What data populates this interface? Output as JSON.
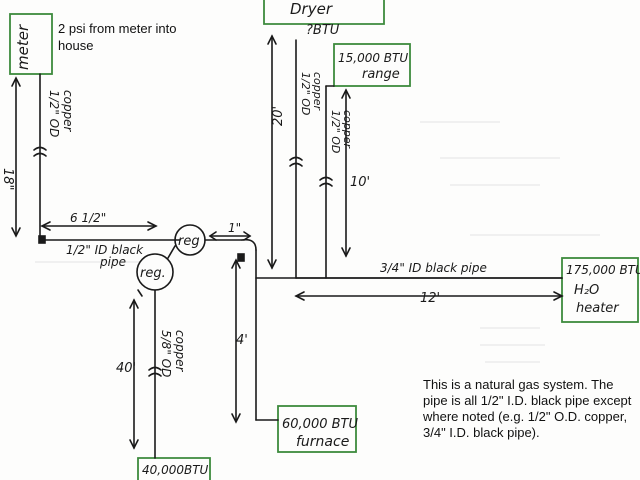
{
  "notes": {
    "top_note": "2 psi from meter into house",
    "bottom_note": "This is a natural gas system. The pipe is all 1/2\" I.D. black pipe except where noted (e.g. 1/2\" O.D. copper, 3/4\" I.D. black pipe)."
  },
  "appliances": {
    "meter": "meter",
    "dryer_line1": "Dryer",
    "dryer_line2": "?BTU",
    "range_line1": "15,000 BTU",
    "range_line2": "range",
    "heater_line1": "175,000 BTU",
    "heater_line2": "H₂O",
    "heater_line3": "heater",
    "furnace_line1": "60,000 BTU",
    "furnace_line2": "furnace",
    "bottom_appliance": "40,000BTU"
  },
  "pipe_labels": {
    "meter_copper_line1": "1/2\" OD",
    "meter_copper_line2": "copper",
    "meter_length": "18\"",
    "horizontal_length": "6 1/2\"",
    "black_pipe_line1": "1/2\" ID black",
    "black_pipe_line2": "pipe",
    "reg_upper": "reg",
    "reg_lower": "reg.",
    "reg_gap": "1\"",
    "dryer_copper_line1": "1/2\" OD",
    "dryer_copper_line2": "copper",
    "dryer_length": "20'",
    "range_copper_line1": "1/2\" OD",
    "range_copper_line2": "copper",
    "range_length": "10'",
    "main_pipe": "3/4\" ID black pipe",
    "main_length": "12'",
    "lower_copper_line1": "5/8\" OD",
    "lower_copper_line2": "copper",
    "lower_length": "40'",
    "furnace_length": "4'"
  }
}
